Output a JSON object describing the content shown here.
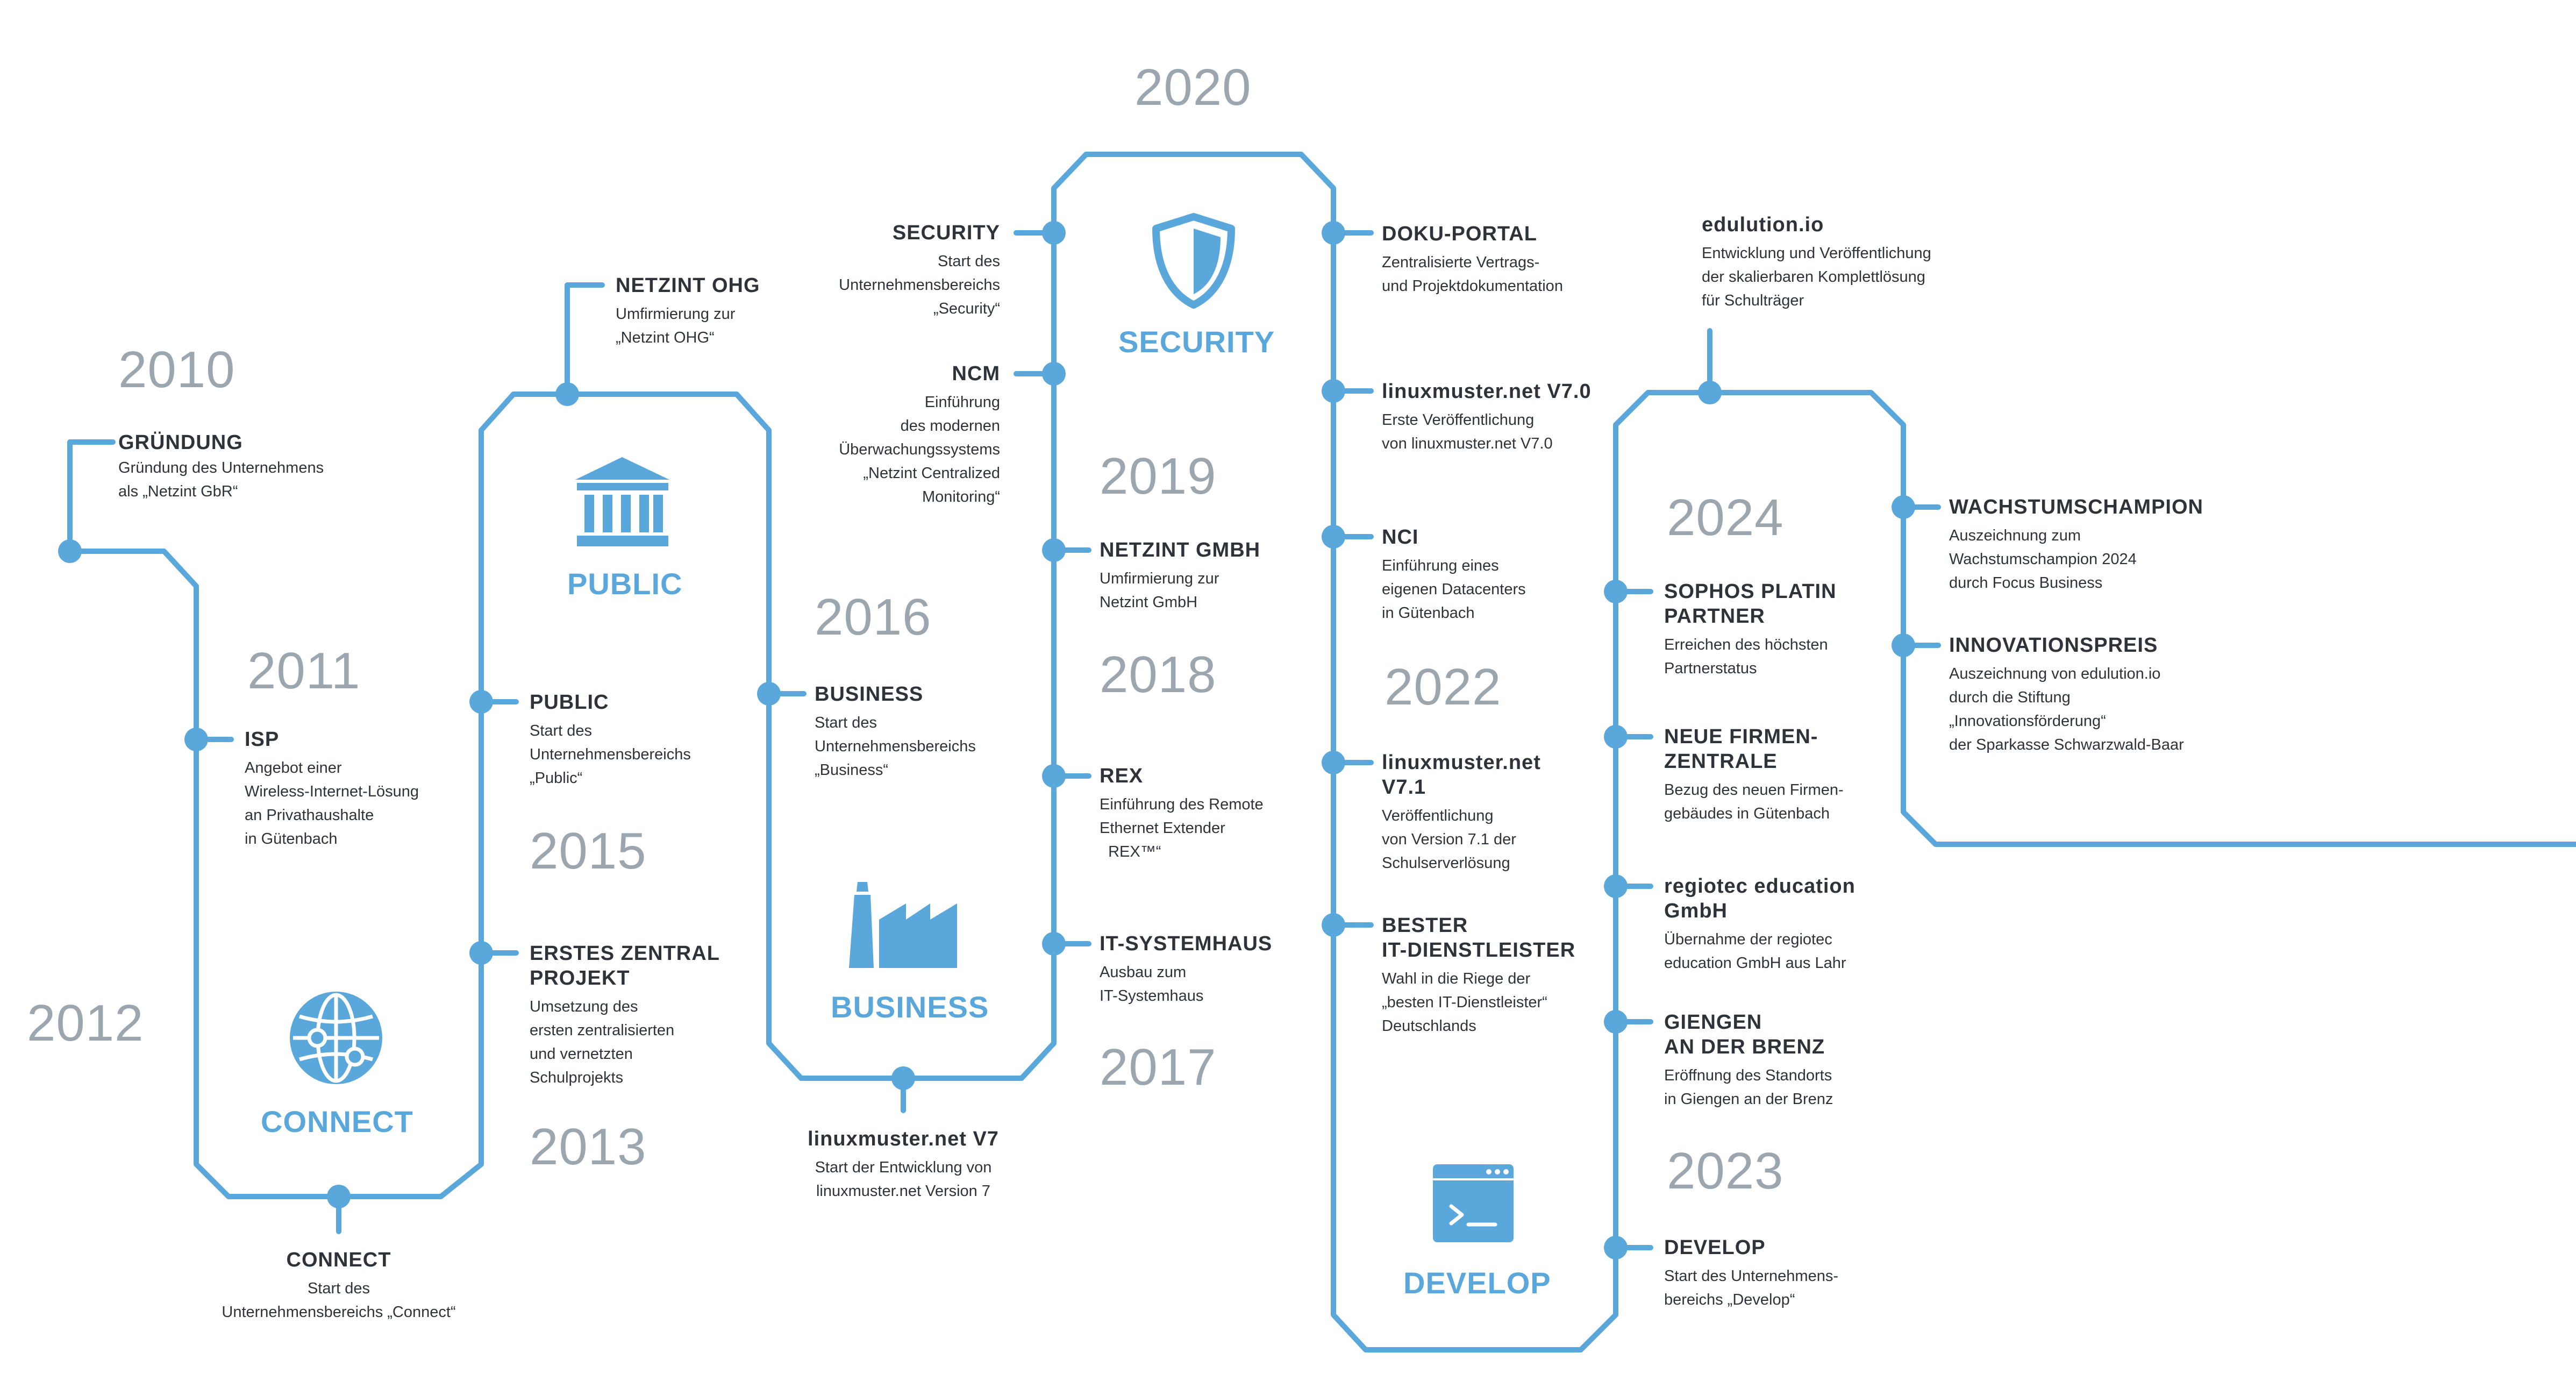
{
  "colors": {
    "line": "#5aa7dc",
    "year": "#9ba6ae",
    "text": "#2d3338"
  },
  "years": [
    "2010",
    "2011",
    "2012",
    "2013",
    "2015",
    "2016",
    "2017",
    "2018",
    "2019",
    "2020",
    "2022",
    "2023",
    "2024"
  ],
  "segments": {
    "connect": "CONNECT",
    "public": "PUBLIC",
    "business": "BUSINESS",
    "security": "SECURITY",
    "develop": "DEVELOP"
  },
  "icons": {
    "connect": "globe-network-icon",
    "public": "government-building-icon",
    "business": "factory-icon",
    "security": "shield-icon",
    "develop": "terminal-window-icon"
  },
  "events": {
    "gruendung": {
      "title": "GRÜNDUNG",
      "desc": "Gründung des Unternehmens\nals „Netzint GbR“"
    },
    "isp": {
      "title": "ISP",
      "desc": "Angebot einer\nWireless-Internet-Lösung\nan Privathaushalte\nin Gütenbach"
    },
    "connect": {
      "title": "CONNECT",
      "desc": "Start des\nUnternehmensbereichs „Connect“"
    },
    "netzint_ohg": {
      "title": "NETZINT OHG",
      "desc": "Umfirmierung zur\n„Netzint OHG“"
    },
    "public": {
      "title": "PUBLIC",
      "desc": "Start des\nUnternehmensbereichs\n„Public“"
    },
    "erstes_zentral": {
      "title": "ERSTES ZENTRAL\nPROJEKT",
      "desc": "Umsetzung des\nersten zentralisierten\nund vernetzten\nSchulprojekts"
    },
    "business": {
      "title": "BUSINESS",
      "desc": "Start des\nUnternehmensbereichs\n„Business“"
    },
    "linuxmuster_v7": {
      "title": "linuxmuster.net V7",
      "desc": "Start der Entwicklung von\nlinuxmuster.net Version 7"
    },
    "security": {
      "title": "SECURITY",
      "desc": "Start des\nUnternehmensbereichs\n„Security“"
    },
    "ncm": {
      "title": "NCM",
      "desc": "Einführung\ndes modernen\nÜberwachungssystems\n„Netzint Centralized\nMonitoring“"
    },
    "netzint_gmbh": {
      "title": "NETZINT GMBH",
      "desc": "Umfirmierung zur\nNetzint GmbH"
    },
    "rex": {
      "title": "REX",
      "desc": "Einführung des Remote\nEthernet Extender\n  REX™“"
    },
    "it_systemhaus": {
      "title": "IT-SYSTEMHAUS",
      "desc": "Ausbau zum\nIT-Systemhaus"
    },
    "doku_portal": {
      "title": "DOKU-PORTAL",
      "desc": "Zentralisierte Vertrags-\nund Projektdokumentation"
    },
    "linuxmuster_v70": {
      "title": "linuxmuster.net V7.0",
      "desc": "Erste Veröffentlichung\nvon linuxmuster.net V7.0"
    },
    "nci": {
      "title": "NCI",
      "desc": "Einführung eines\neigenen Datacenters\nin Gütenbach"
    },
    "linuxmuster_v71": {
      "title": "linuxmuster.net\nV7.1",
      "desc": "Veröffentlichung\nvon Version 7.1 der\nSchulserverlösung"
    },
    "bester_it": {
      "title": "BESTER\nIT-DIENSTLEISTER",
      "desc": "Wahl in die Riege der\n„besten IT-Dienstleister“\nDeutschlands"
    },
    "edulution": {
      "title": "edulution.io",
      "desc": "Entwicklung und Veröffentlichung\nder skalierbaren Komplettlösung\nfür Schulträger"
    },
    "sophos": {
      "title": "SOPHOS PLATIN\nPARTNER",
      "desc": "Erreichen des höchsten\nPartnerstatus"
    },
    "neue_zentrale": {
      "title": "NEUE FIRMEN-\nZENTRALE",
      "desc": "Bezug des neuen Firmen-\ngebäudes in Gütenbach"
    },
    "regiotec": {
      "title": "regiotec education\nGmbH",
      "desc": "Übernahme der regiotec\neducation GmbH aus Lahr"
    },
    "giengen": {
      "title": "GIENGEN\nAN DER BRENZ",
      "desc": "Eröffnung des Standorts\nin Giengen an der Brenz"
    },
    "develop": {
      "title": "DEVELOP",
      "desc": "Start des Unternehmens-\nbereichs „Develop“"
    },
    "wachstum": {
      "title": "WACHSTUMSCHAMPION",
      "desc": "Auszeichnung zum\nWachstumschampion 2024\ndurch Focus Business"
    },
    "innovation": {
      "title": "INNOVATIONSPREIS",
      "desc": "Auszeichnung von edulution.io\ndurch die Stiftung\n„Innovationsförderung“\nder Sparkasse Schwarzwald-Baar"
    }
  }
}
